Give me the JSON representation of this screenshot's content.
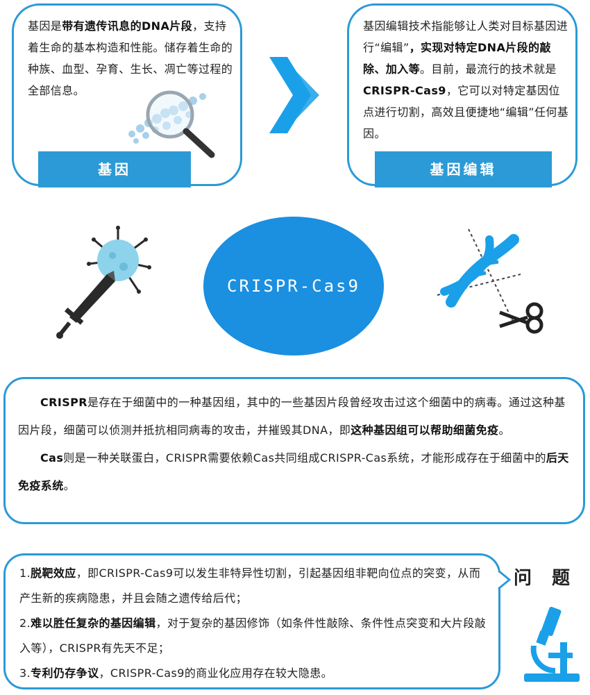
{
  "gene_card": {
    "tab_label": "基因",
    "text_parts": [
      "基因是",
      "带有遗传讯息的DNA片段",
      "，支持着生命的基本构造和性能。储存着生命的种族、血型、孕育、生长、凋亡等过程的全部信息。"
    ]
  },
  "edit_card": {
    "tab_label": "基因编辑",
    "text_parts": [
      "基因编辑技术指能够让人类对目标基因进行“编辑”",
      "，实现对特定DNA片段的敲除、加入等",
      "。目前，最流行的技术就是",
      "CRISPR-Cas9",
      "，它可以对特定基因位点进行切割，高效且便捷地“编辑”任何基因。"
    ]
  },
  "center_label": "CRISPR-Cas9",
  "crispr_card": {
    "p1_parts": [
      "CRISPR",
      "是存在于细菌中的一种基因组，其中的一些基因片段曾经攻击过这个细菌中的病毒。通过这种基因片段，细菌可以侦测并抵抗相同病毒的攻击，并摧毁其DNA，即",
      "这种基因组可以帮助细菌免疫",
      "。"
    ],
    "p2_parts": [
      "Cas",
      "则是一种关联蛋白，CRISPR需要依赖Cas共同组成CRISPR-Cas系统，才能形成存在于细菌中的",
      "后天免疫系统",
      "。"
    ]
  },
  "problem_card": {
    "title": "问 题",
    "items": [
      {
        "num": "1.",
        "bold": "脱靶效应",
        "rest": "，即CRISPR-Cas9可以发生非特异性切割，引起基因组非靶向位点的突变，从而产生新的疾病隐患，并且会随之遗传给后代；"
      },
      {
        "num": "2.",
        "bold": "难以胜任复杂的基因编辑",
        "rest": "，对于复杂的基因修饰（如条件性敲除、条件性点突变和大片段敲入等），CRISPR有先天不足；"
      },
      {
        "num": "3.",
        "bold": "专利仍存争议",
        "rest": "，CRISPR-Cas9的商业化应用存在较大隐患。"
      }
    ]
  },
  "colors": {
    "accent": "#2b9ad6",
    "circle": "#1b8fe0",
    "virus": "#8dd3ec",
    "dna": "#1aa0e8"
  }
}
